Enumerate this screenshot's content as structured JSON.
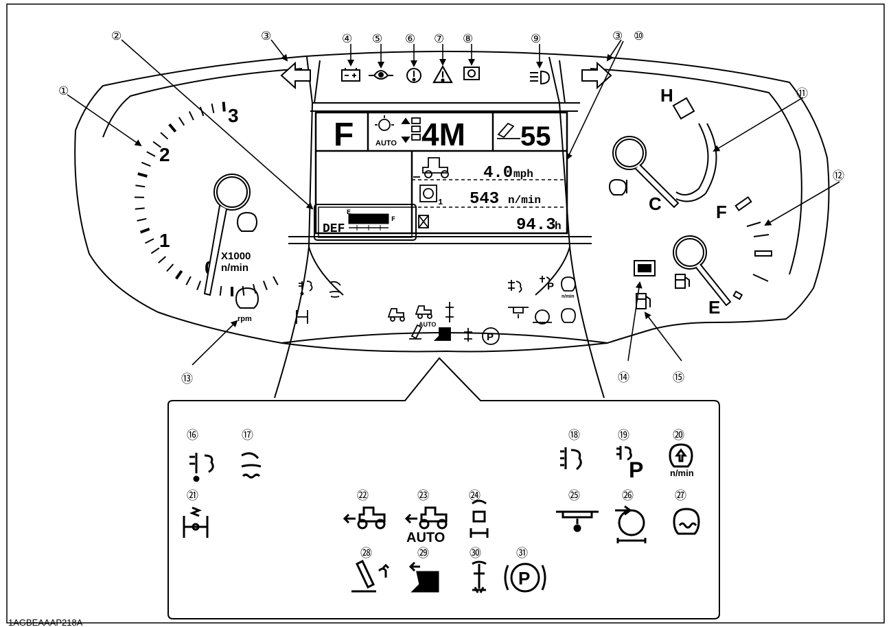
{
  "figure_code": "1AGBEAAAP218A",
  "tachometer": {
    "scale_labels": [
      "1",
      "2",
      "3",
      "0"
    ],
    "unit_line1": "X1000",
    "unit_line2": "n/min",
    "rpm_label": "rpm"
  },
  "temp_gauge": {
    "hot_label": "H",
    "cold_label": "C"
  },
  "fuel_gauge": {
    "full_label": "F",
    "empty_label": "E"
  },
  "lcd": {
    "gear_direction": "F",
    "auto_label": "AUTO",
    "gear_value": "4M",
    "throttle_value": "55",
    "speed_value": "4.0",
    "speed_unit": "mph",
    "pto_value": "543",
    "pto_subscript": "1",
    "pto_unit": "n/min",
    "hours_value": "94.3",
    "hours_unit": "h",
    "def_label": "DEF",
    "def_e": "E",
    "def_f": "F"
  },
  "panel_icons": {
    "auto_label": "AUTO",
    "p_label": "P",
    "nmin_label": "n/min",
    "parking_label": "P"
  },
  "callouts": [
    "①",
    "②",
    "③",
    "③",
    "④",
    "⑤",
    "⑥",
    "⑦",
    "⑧",
    "⑨",
    "⑩",
    "⑪",
    "⑫",
    "⑬",
    "⑭",
    "⑮",
    "⑯",
    "⑰",
    "⑱",
    "⑲",
    "⑳",
    "㉑",
    "㉒",
    "㉓",
    "㉔",
    "㉕",
    "㉖",
    "㉗",
    "㉘",
    "㉙",
    "㉚",
    "㉛"
  ]
}
